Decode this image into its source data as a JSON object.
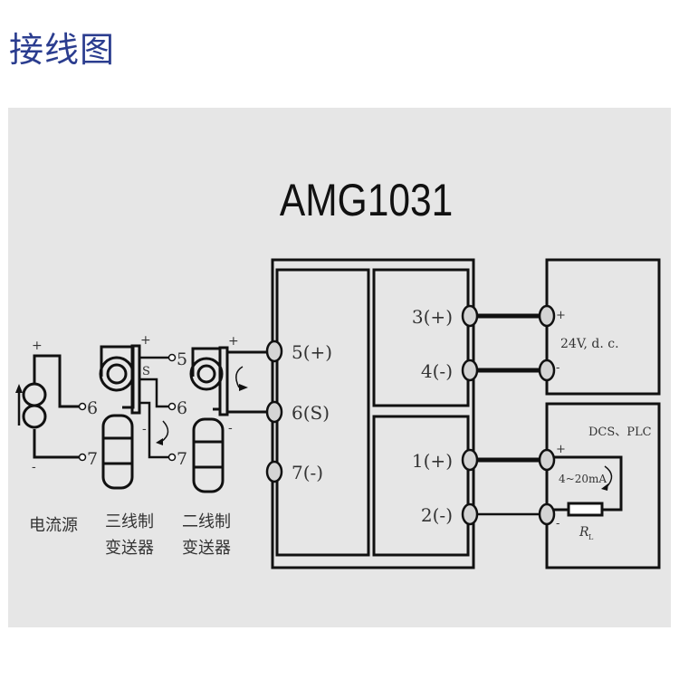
{
  "heading": "接线图",
  "model": "AMG1031",
  "colors": {
    "heading": "#2b3d8f",
    "panel": "#e6e6e6",
    "line": "#111111",
    "terminal_fill": "#d4d4d4"
  },
  "input_terminals": [
    {
      "label": "5(+)"
    },
    {
      "label": "6(S)"
    },
    {
      "label": "7(-)"
    }
  ],
  "output_terminals": [
    {
      "label": "3(+)"
    },
    {
      "label": "4(-)"
    },
    {
      "label": "1(+)"
    },
    {
      "label": "2(-)"
    }
  ],
  "power_supply": {
    "label": "24V, d. c.",
    "plus": "+",
    "minus": "-"
  },
  "controller": {
    "label": "DCS、PLC",
    "plus": "+",
    "minus": "-",
    "current": "4~20mA",
    "resistor": "R",
    "resistor_sub": "L"
  },
  "sources": [
    {
      "label_line1": "电流源",
      "plus": "+",
      "minus": "-",
      "pins": [
        "6",
        "7"
      ]
    },
    {
      "label_line1": "三线制",
      "label_line2": "变送器",
      "plus": "+",
      "minus": "-",
      "signal": "S",
      "pins": [
        "5",
        "6",
        "7"
      ]
    },
    {
      "label_line1": "二线制",
      "label_line2": "变送器",
      "plus": "+",
      "minus": "-"
    }
  ]
}
